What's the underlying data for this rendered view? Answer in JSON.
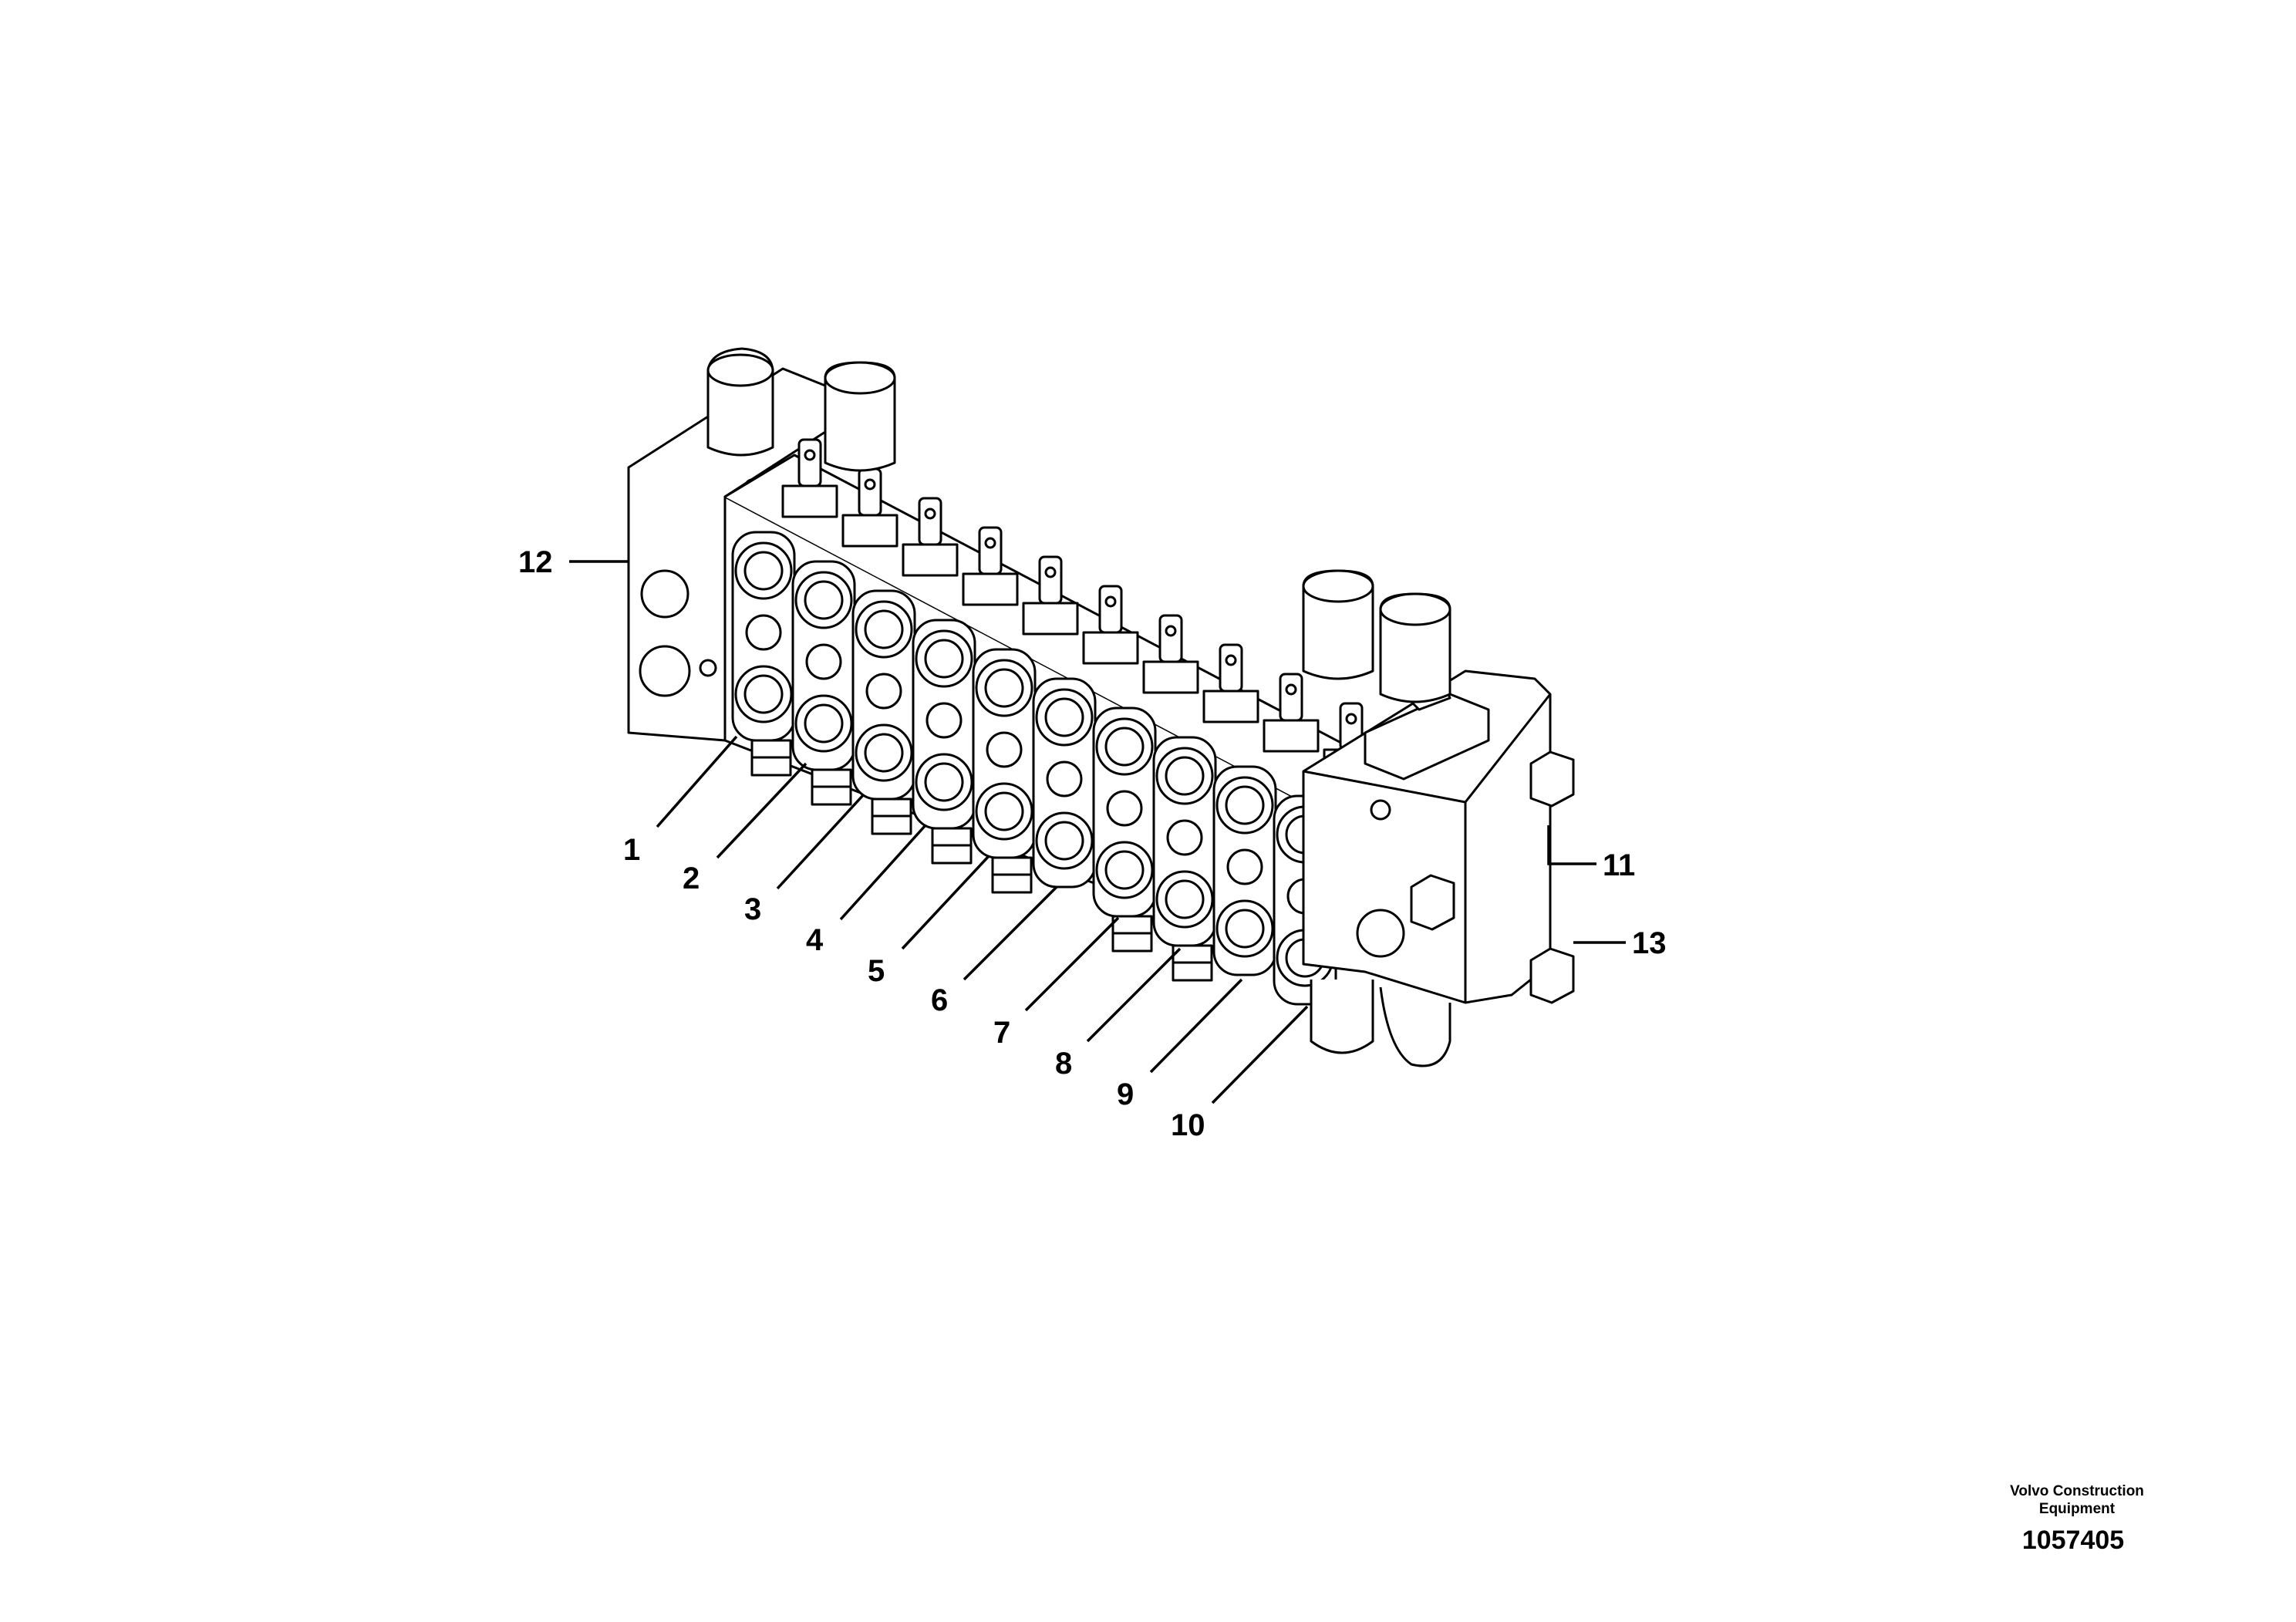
{
  "diagram": {
    "labels": [
      "1",
      "2",
      "3",
      "4",
      "5",
      "6",
      "7",
      "8",
      "9",
      "10",
      "11",
      "12",
      "13"
    ]
  },
  "credit": {
    "manufacturer_line1": "Volvo Construction",
    "manufacturer_line2": "Equipment",
    "drawing_number": "1057405"
  }
}
